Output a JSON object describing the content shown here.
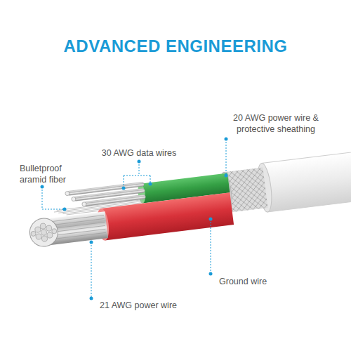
{
  "diagram": {
    "title": "ADVANCED ENGINEERING",
    "labels": [
      "20 AWG power wire & protective sheathing",
      "30 AWG data wires",
      "Bulletproof aramid fiber",
      "Ground wire",
      "21 AWG power wire"
    ]
  }
}
